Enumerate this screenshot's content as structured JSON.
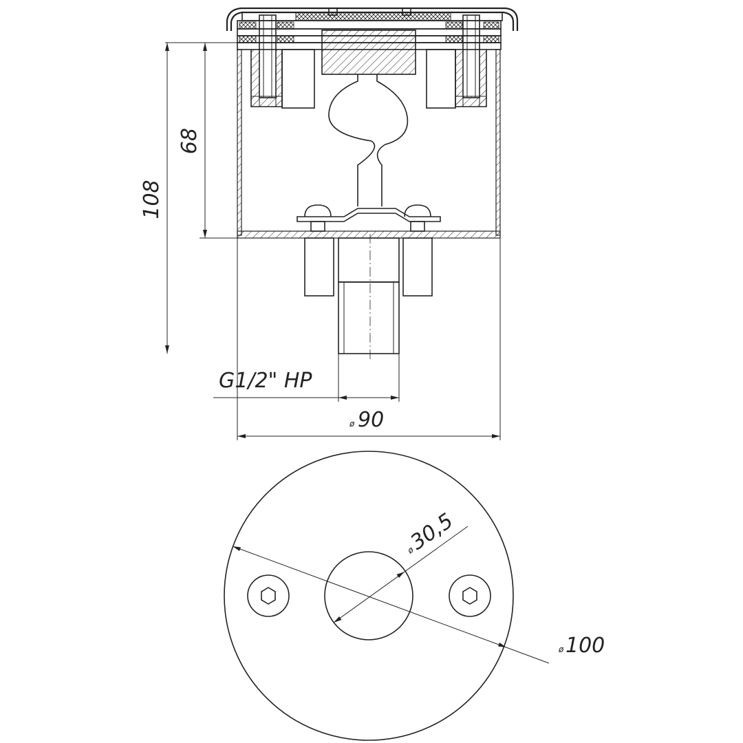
{
  "drawing": {
    "side_view": {
      "dim_total_height": "108",
      "dim_body_height": "68",
      "thread_label": "G1/2\" НР",
      "dim_body_diameter": "90"
    },
    "top_view": {
      "dim_center_hole": "30,5",
      "dim_outer_diameter": "100",
      "diameter_symbol": "ø"
    },
    "colors": {
      "line": "#222222",
      "background": "#ffffff"
    }
  }
}
